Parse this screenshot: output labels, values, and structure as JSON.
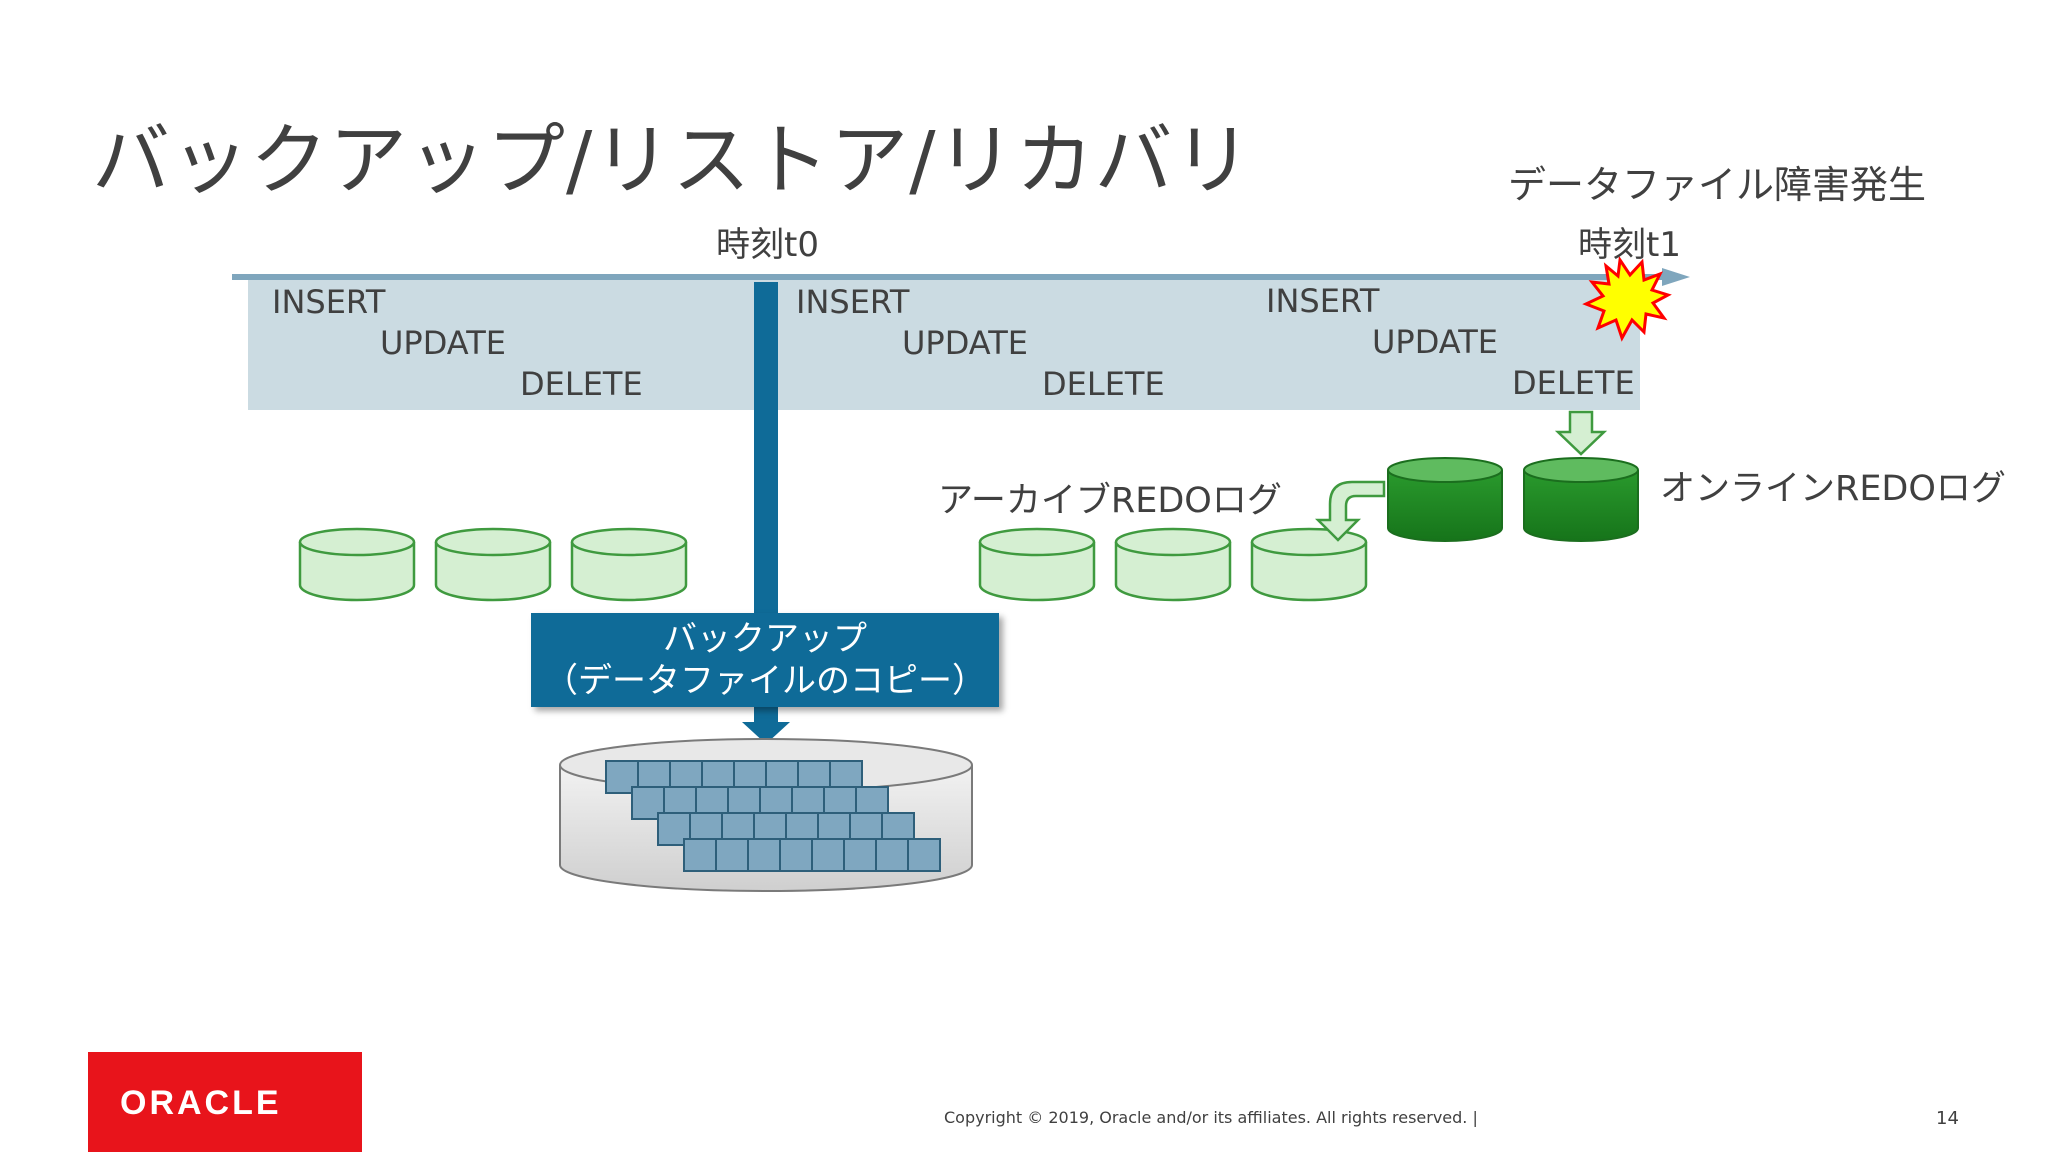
{
  "title": "バックアップ/リストア/リカバリ",
  "failure_label": "データファイル障害発生",
  "time_t0": "時刻t0",
  "time_t1": "時刻t1",
  "operations": {
    "group1": [
      "INSERT",
      "UPDATE",
      "DELETE"
    ],
    "group2": [
      "INSERT",
      "UPDATE",
      "DELETE"
    ],
    "group3": [
      "INSERT",
      "UPDATE",
      "DELETE"
    ]
  },
  "archive_redo_label": "アーカイブREDOログ",
  "online_redo_label": "オンラインREDOログ",
  "backup_box": {
    "line1": "バックアップ",
    "line2": "（データファイルのコピー）"
  },
  "footer": {
    "copyright": "Copyright © 2019, Oracle and/or its affiliates. All rights reserved.  |",
    "page_number": "14",
    "logo_text": "ORACLE"
  },
  "colors": {
    "band": "#cbdbe2",
    "timeline": "#7fa6bd",
    "backup_blue": "#0f6b98",
    "archive_fill": "#d5efd2",
    "archive_stroke": "#3f9a3f",
    "online_fill": "#1f8c22",
    "burst_fill": "#ffff00",
    "burst_stroke": "#ff0000",
    "oracle_red": "#e8141b"
  }
}
